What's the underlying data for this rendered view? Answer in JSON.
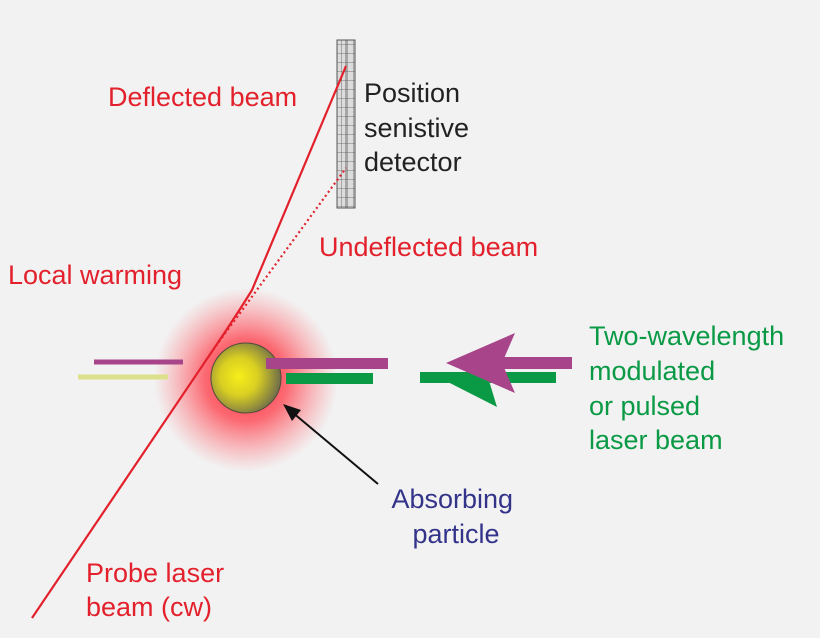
{
  "labels": {
    "deflected_beam": "Deflected beam",
    "position_detector": [
      "Position",
      "senistive",
      "detector"
    ],
    "undeflected_beam": "Undeflected beam",
    "local_warming": "Local warming",
    "two_wavelength": [
      "Two-wavelength",
      "modulated",
      "or pulsed",
      "laser beam"
    ],
    "absorbing_particle": [
      "Absorbing",
      "particle"
    ],
    "probe_laser": [
      "Probe laser",
      "beam (cw)"
    ]
  },
  "colors": {
    "red_label": "#e3212c",
    "green_label": "#0a9a45",
    "blue_label": "#33338a",
    "dark_label": "#222222",
    "probe_beam": "#e3212c",
    "magenta_beam": "#a8458a",
    "green_beam": "#0a9a45",
    "yellow_beam": "#dde08a",
    "particle_core": "#f7ee1a",
    "particle_edge": "#6f6d4a",
    "warming_glow": "#ff2a36",
    "detector_grid": "#555555",
    "detector_fill": "#dcdcdc"
  }
}
